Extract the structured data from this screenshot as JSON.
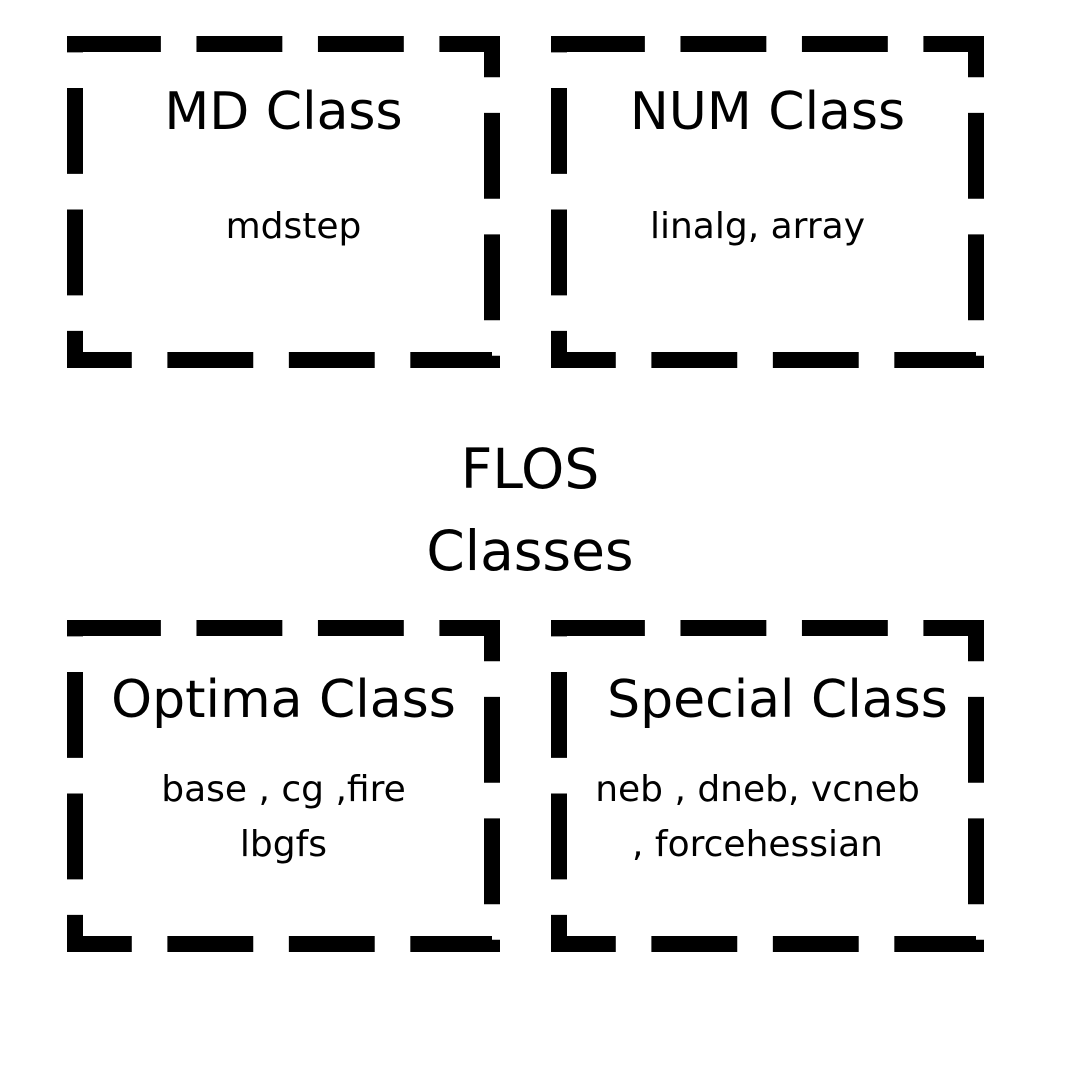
{
  "center": {
    "title": "FLOS\nClasses"
  },
  "boxes": [
    {
      "id": "md",
      "title": "MD Class",
      "items": "mdstep"
    },
    {
      "id": "num",
      "title": "NUM Class",
      "items": "linalg, array"
    },
    {
      "id": "optima",
      "title": "Optima Class",
      "items": "base , cg ,fire\nlbgfs"
    },
    {
      "id": "special",
      "title": "Special Class",
      "items": "neb , dneb, vcneb\n, forcehessian"
    }
  ],
  "style": {
    "border_color": "#000000",
    "background": "#ffffff",
    "text_color": "#000000"
  }
}
